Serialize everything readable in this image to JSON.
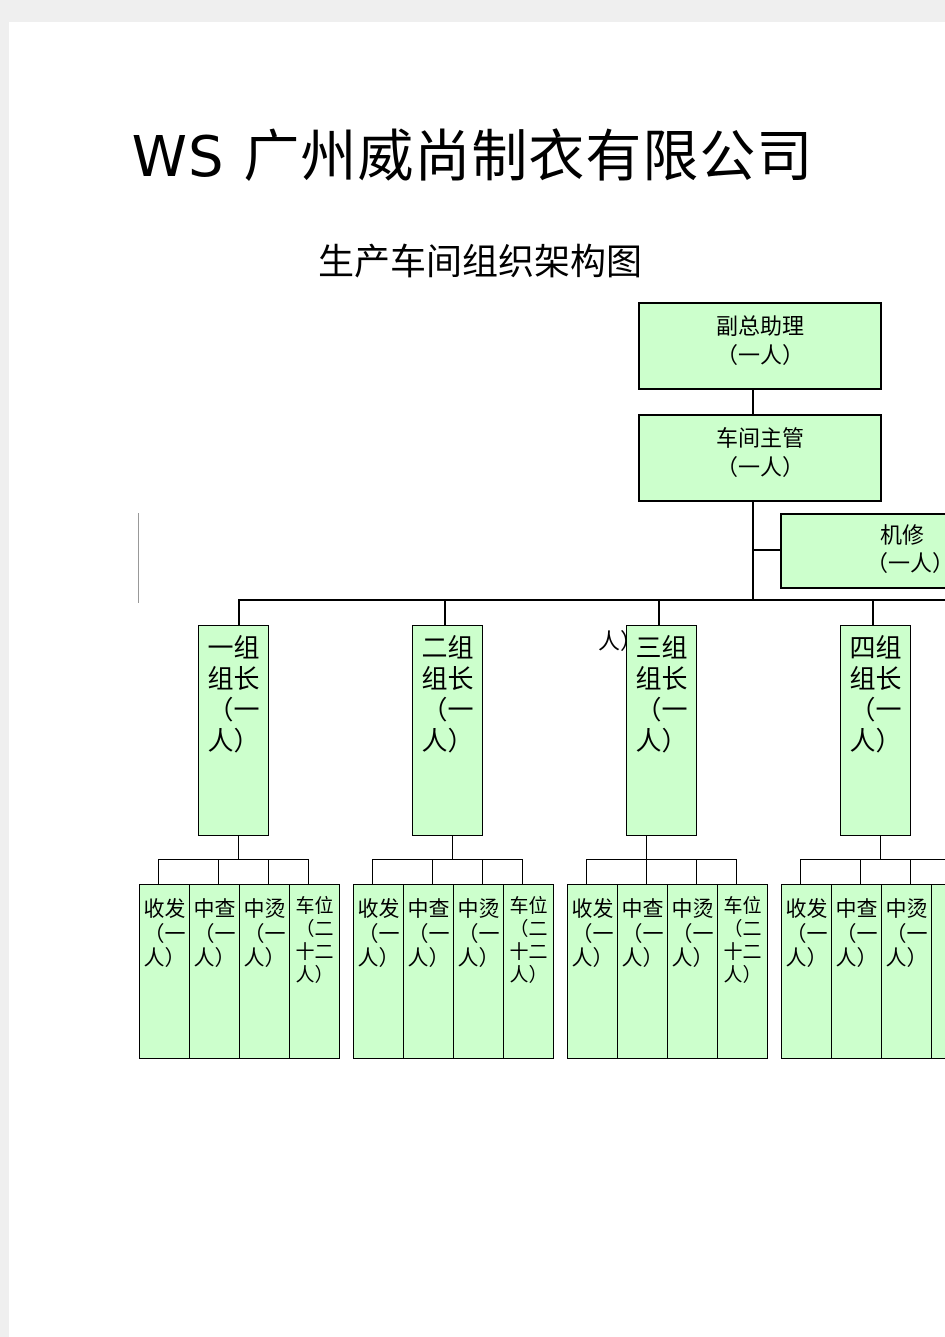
{
  "title": "WS 广州威尚制衣有限公司",
  "subtitle": "生产车间组织架构图",
  "top": [
    {
      "name": "副总助理",
      "count": "（一人）"
    },
    {
      "name": "车间主管",
      "count": "（一人）"
    }
  ],
  "side": {
    "name": "机修",
    "count": "（一人）"
  },
  "stray_text": "人）",
  "groups": [
    {
      "leader": "一组组长（一人）",
      "members": [
        "收发（一人）",
        "中查（一人）",
        "中烫（一人）",
        "车位（二十二人）"
      ]
    },
    {
      "leader": "二组组长（一人）",
      "members": [
        "收发（一人）",
        "中查（一人）",
        "中烫（一人）",
        "车位（二十二人）"
      ]
    },
    {
      "leader": "三组组长（一人）",
      "members": [
        "收发（一人）",
        "中查（一人）",
        "中烫（一人）",
        "车位（二十二人）"
      ]
    },
    {
      "leader": "四组组长（一人）",
      "members": [
        "收发（一人）",
        "中查（一人）",
        "中烫（一人）"
      ]
    }
  ],
  "colors": {
    "box_fill": "#ccffcc",
    "line": "#000000"
  }
}
